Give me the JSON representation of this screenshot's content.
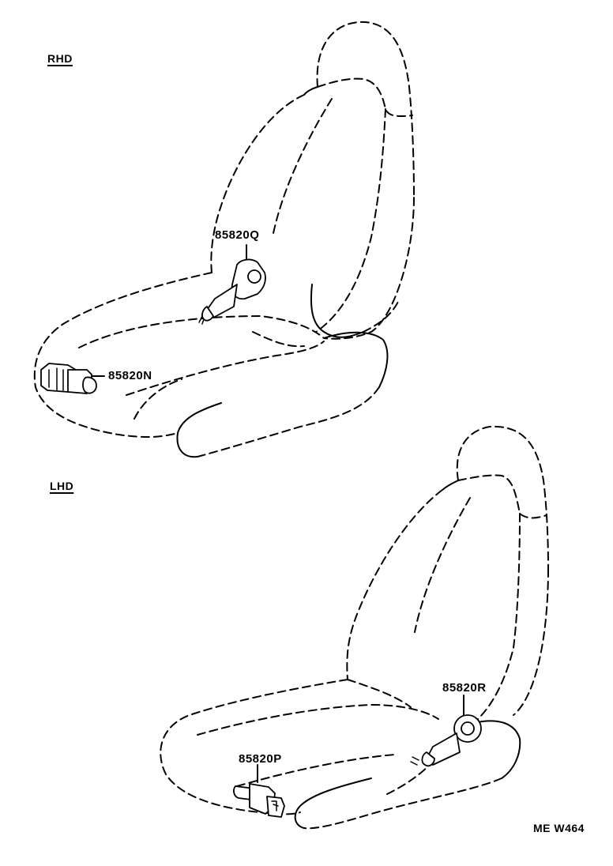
{
  "diagram": {
    "sections": [
      {
        "id": "rhd",
        "label": "RHD",
        "parts": [
          {
            "part_number": "85820Q",
            "description": "seat adjuster motor (reclining)"
          },
          {
            "part_number": "85820N",
            "description": "seat adjuster motor (slide)"
          }
        ]
      },
      {
        "id": "lhd",
        "label": "LHD",
        "parts": [
          {
            "part_number": "85820R",
            "description": "seat adjuster motor (reclining)"
          },
          {
            "part_number": "85820P",
            "description": "seat adjuster motor (slide)"
          }
        ]
      }
    ],
    "figure_code": "ME W464",
    "colors": {
      "line": "#000000",
      "background": "#ffffff"
    }
  }
}
